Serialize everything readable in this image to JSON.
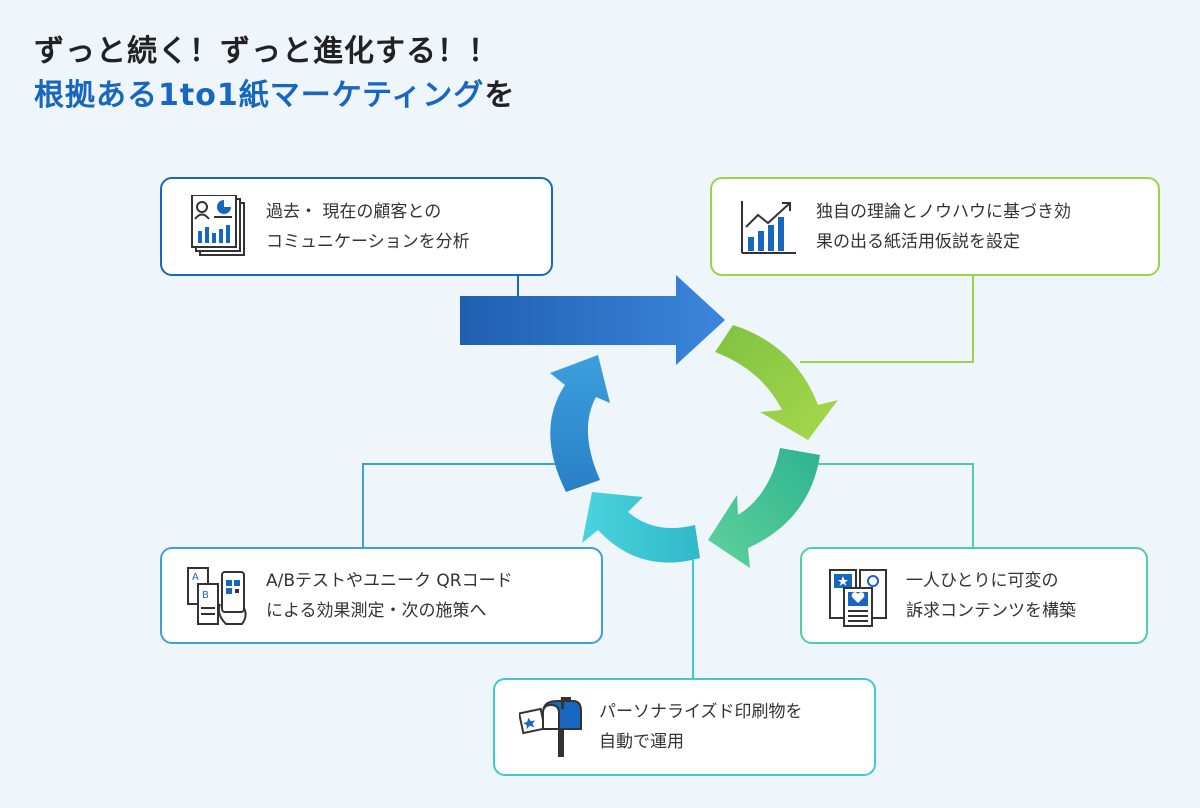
{
  "headline": {
    "line1": "ずっと続く！ずっと進化する！！",
    "line2_highlight": "根拠ある1to1紙マーケティング",
    "line2_tail": "を"
  },
  "steps": [
    {
      "line1": "過去・ 現在の顧客との",
      "line2": "コミュニケーションを分析",
      "icon": "report-chart-icon",
      "color": "#1766c0"
    },
    {
      "line1": "独自の理論とノウハウに基づき効",
      "line2": "果の出る紙活用仮説を設定",
      "icon": "growth-chart-icon",
      "color": "#9bd24a"
    },
    {
      "line1": "一人ひとりに可変の",
      "line2": "訴求コンテンツを構築",
      "icon": "personalized-cards-icon",
      "color": "#4fcf9f"
    },
    {
      "line1": "パーソナライズド印刷物を",
      "line2": "自動で運用",
      "icon": "mailbox-icon",
      "color": "#40c9d3"
    },
    {
      "line1": "A/Bテストやユニーク QRコード",
      "line2": "による効果測定・次の施策へ",
      "icon": "ab-test-qr-icon",
      "color": "#3f9fd8"
    }
  ]
}
